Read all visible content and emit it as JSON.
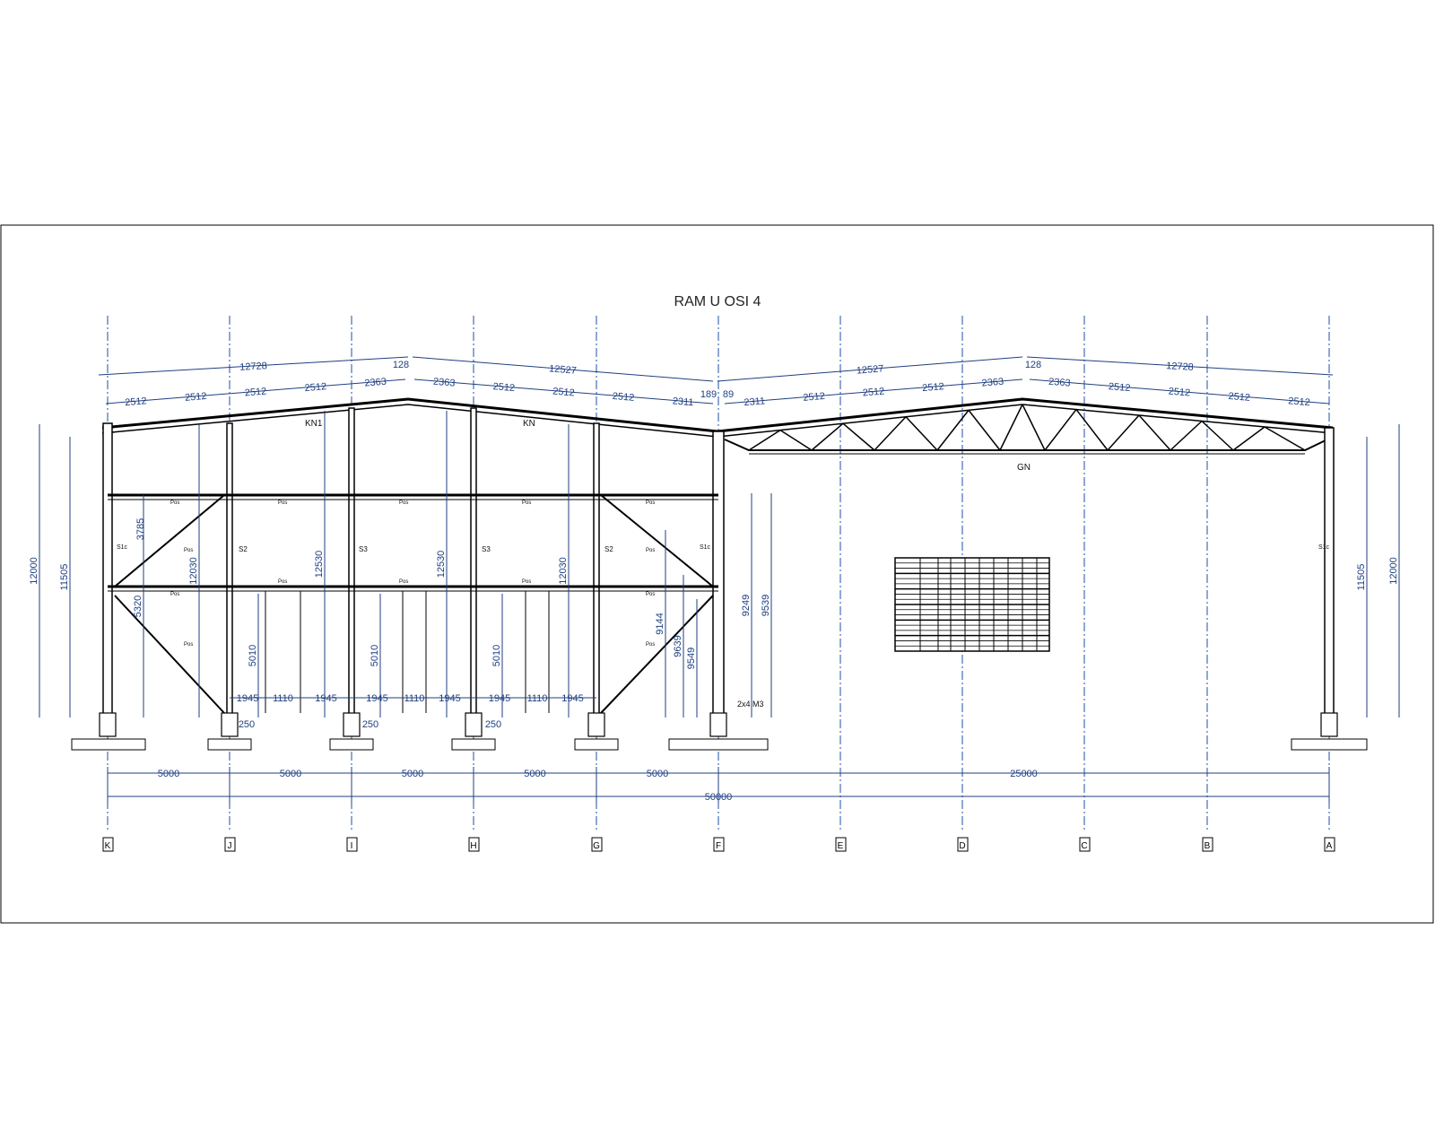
{
  "title": "RAM U OSI 4",
  "axes": [
    "K",
    "J",
    "I",
    "H",
    "G",
    "F",
    "E",
    "D",
    "C",
    "B",
    "A"
  ],
  "dims": {
    "bottom_spans": [
      "5000",
      "5000",
      "5000",
      "5000",
      "5000",
      "25000"
    ],
    "total": "50000",
    "top_overall": [
      "12728",
      "12527",
      "12527",
      "12728"
    ],
    "top_small": [
      "128",
      "128",
      "189",
      "89"
    ],
    "purlins_left": [
      "2512",
      "2512",
      "2512",
      "2512",
      "2363"
    ],
    "purlins_mid": [
      "2363",
      "2512",
      "2512",
      "2512",
      "2311"
    ],
    "purlins_right_a": [
      "2311",
      "2512",
      "2512",
      "2512",
      "2363"
    ],
    "purlins_right_b": [
      "2363",
      "2512",
      "2512",
      "2512",
      "2512"
    ],
    "height_total": "12000",
    "height_col": "11505",
    "height_inner_a": "12030",
    "height_inner_b": "12530",
    "mezz_height": "5010",
    "diag_a": "3785",
    "diag_b": "5320",
    "bay_a": "1945",
    "bay_b": "1110",
    "offset": "250",
    "elev": [
      "9144",
      "9639",
      "9549",
      "9249",
      "9539"
    ],
    "bolts": "2x4 M3"
  },
  "labels": {
    "kn1": "KN1",
    "kn": "KN",
    "gn": "GN",
    "s2": "S2",
    "s3": "S3",
    "s1c": "S1c",
    "pos": "Pos"
  },
  "colors": {
    "line": "#000000",
    "dim": "#1f3f80",
    "axis": "#1f4fa8"
  }
}
